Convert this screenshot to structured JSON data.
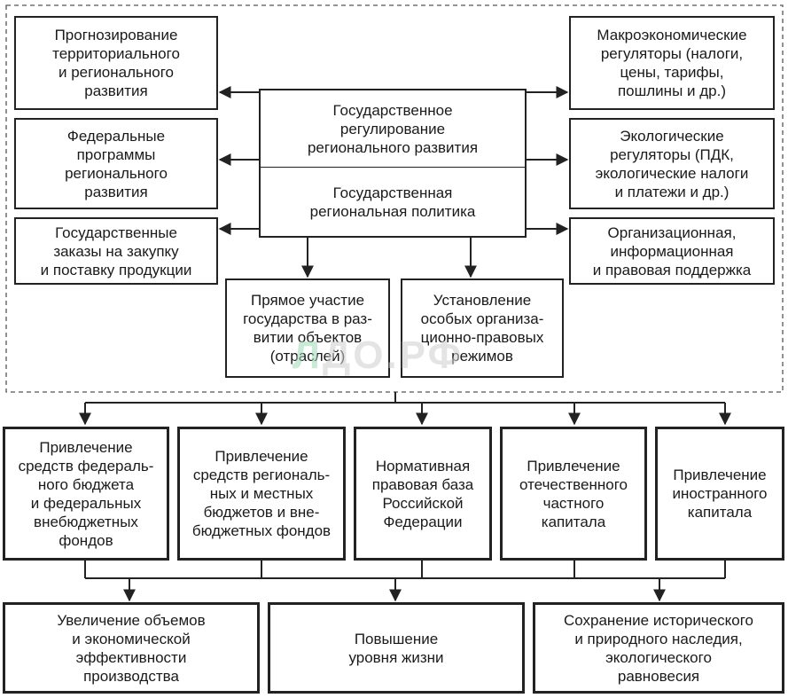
{
  "diagram": {
    "center": {
      "top": "Государственное\nрегулирование\nрегионального развития",
      "bottom": "Государственная\nрегиональная политика"
    },
    "left_boxes": [
      "Прогнозирование\nтерриториального\nи регионального\nразвития",
      "Федеральные\nпрограммы\nрегионального\nразвития",
      "Государственные\nзаказы на закупку\nи поставку продукции"
    ],
    "right_boxes": [
      "Макроэкономические\nрегуляторы (налоги,\nцены, тарифы,\nпошлины и др.)",
      "Экологические\nрегуляторы (ПДК,\nэкологические налоги\nи платежи и др.)",
      "Организационная,\nинформационная\nи правовая поддержка"
    ],
    "middle_boxes": [
      "Прямое участие\nгосударства в раз-\nвитии объектов\n(отраслей)",
      "Установление\nособых организа-\nционно-правовых\nрежимов"
    ],
    "funding_boxes": [
      "Привлечение\nсредств федераль-\nного бюджета\nи федеральных\nвнебюджетных\nфондов",
      "Привлечение\nсредств региональ-\nных и местных\nбюджетов и вне-\nбюджетных фондов",
      "Нормативная\nправовая база\nРоссийской\nФедерации",
      "Привлечение\nотечественного\nчастного\nкапитала",
      "Привлечение\nиностранного\nкапитала"
    ],
    "result_boxes": [
      "Увеличение объемов\nи экономической\nэффективности\nпроизводства",
      "Повышение\nуровня жизни",
      "Сохранение исторического\nи природного наследия,\nэкологического\nравновесия"
    ]
  },
  "watermark": {
    "part1": "Л",
    "part2": "ДО.РФ"
  }
}
